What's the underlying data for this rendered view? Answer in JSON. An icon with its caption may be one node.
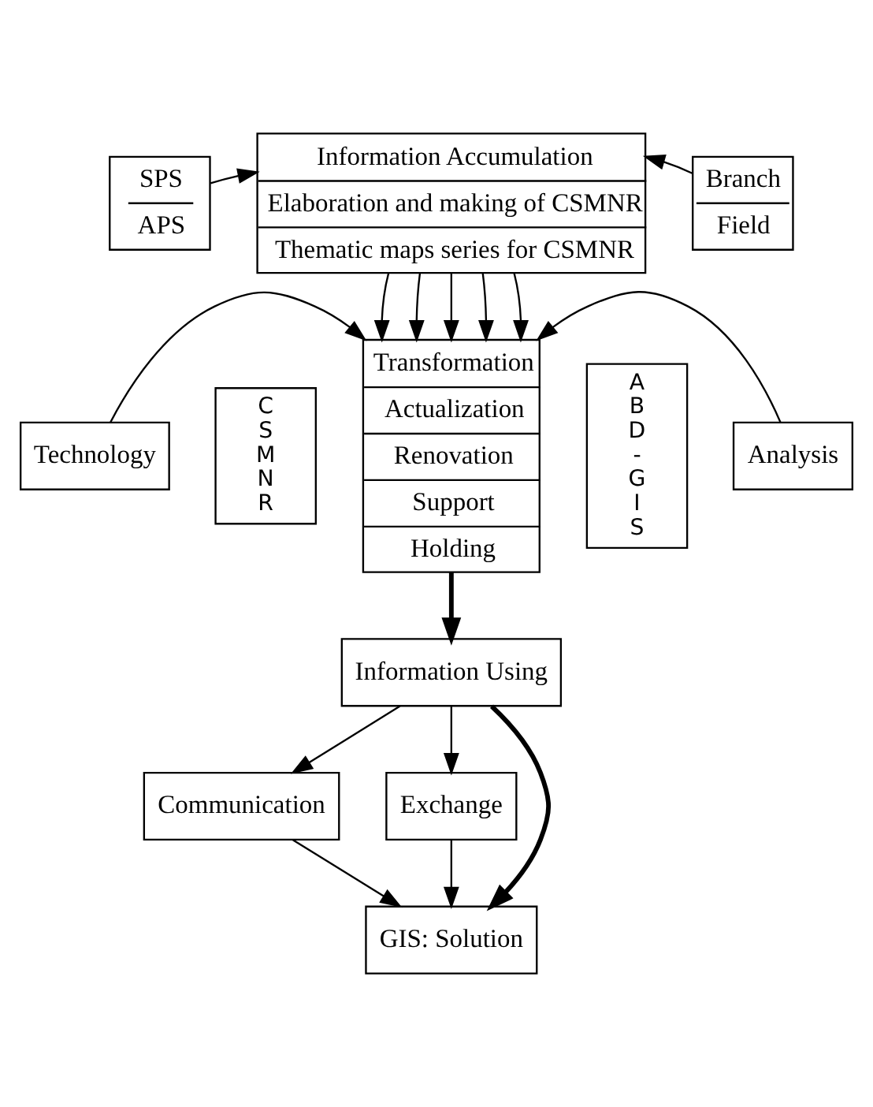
{
  "diagram": {
    "nodes": [
      {
        "text": [
          "Information Accumulation",
          "Elaboration and making of CSMNR",
          "Thematic maps series for CSMNR"
        ]
      },
      {
        "text": [
          "SPS",
          "APS"
        ]
      },
      {
        "text": [
          "Branch",
          "Field"
        ]
      },
      {
        "text": [
          "Technology"
        ]
      },
      {
        "text": [
          "CSMNR"
        ]
      },
      {
        "text": [
          "Transformation",
          "Actualization",
          "Renovation",
          "Support",
          "Holding"
        ]
      },
      {
        "text": [
          "ABD-GIS"
        ]
      },
      {
        "text": [
          "Analysis"
        ]
      },
      {
        "text": [
          "Information Using"
        ]
      },
      {
        "text": [
          "Communication"
        ]
      },
      {
        "text": [
          "Exchange"
        ]
      },
      {
        "text": [
          "GIS: Solution"
        ]
      }
    ],
    "edges": [
      {
        "from": 1,
        "to": 0,
        "arrow": "to"
      },
      {
        "from": 2,
        "to": 0,
        "arrow": "to"
      },
      {
        "from": 0,
        "to": 5,
        "arrow": "to"
      },
      {
        "from": 0,
        "to": 5,
        "arrow": "to"
      },
      {
        "from": 0,
        "to": 5,
        "arrow": "to"
      },
      {
        "from": 0,
        "to": 5,
        "arrow": "to"
      },
      {
        "from": 0,
        "to": 5,
        "arrow": "to"
      },
      {
        "from": 3,
        "to": 5,
        "arrow": "to"
      },
      {
        "from": 7,
        "to": 5,
        "arrow": "to"
      },
      {
        "from": 5,
        "to": 8,
        "arrow": "to",
        "style": "thick"
      },
      {
        "from": 8,
        "to": 9,
        "arrow": "to"
      },
      {
        "from": 8,
        "to": 10,
        "arrow": "to"
      },
      {
        "from": 8,
        "to": 11,
        "arrow": "to",
        "style": "thick"
      },
      {
        "from": 9,
        "to": 11,
        "arrow": "to"
      },
      {
        "from": 10,
        "to": 11,
        "arrow": "to"
      }
    ]
  }
}
